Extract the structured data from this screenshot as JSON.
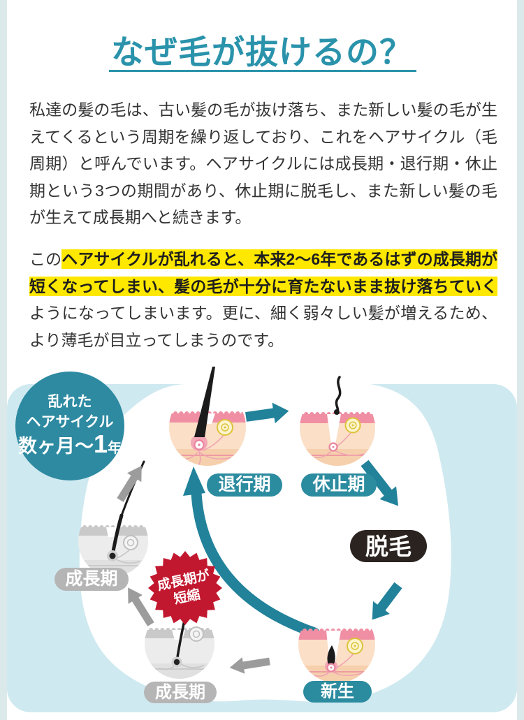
{
  "colors": {
    "accent_teal": "#2a93ab",
    "arrow_teal": "#21829a",
    "pill_teal": "#2b8b9f",
    "panel_blue": "#cfe9f0",
    "gutter": "#dbe9eb",
    "highlight_yellow": "#ffe800",
    "badge_red": "#c2182f",
    "pill_black": "#2b2320",
    "pill_gray": "#b5b5b5",
    "body_text": "#333333"
  },
  "header": {
    "title": "なぜ毛が抜けるの？"
  },
  "body": {
    "intro": "私達の髪の毛は、古い髪の毛が抜け落ち、また新しい髪の毛が生えてくるという周期を繰り返しており、これをヘアサイクル（毛周期）と呼んでいます。ヘアサイクルには成長期・退行期・休止期という3つの期間があり、休止期に脱毛し、また新しい髪の毛が生えて成長期へと続きます。",
    "para2_prefix": "この",
    "para2_highlight": "ヘアサイクルが乱れると、本来2～6年であるはずの成長期が短くなってしまい、髪の毛が十分に育たないまま抜け落ちていく",
    "para2_suffix": "ようになってしまいます。更に、細く弱々しい髪が増えるため、より薄毛が目立ってしまうのです。"
  },
  "diagram": {
    "cycle_badge": {
      "line1": "乱れた",
      "line2": "ヘアサイクル",
      "duration_main": "数ヶ月～",
      "duration_num": "1",
      "duration_unit": "年"
    },
    "labels": {
      "regression": "退行期",
      "resting": "休止期",
      "shedding": "脱毛",
      "growth_top": "成長期",
      "growth_bottom": "成長期",
      "new_growth": "新生"
    },
    "shortened_badge": {
      "line1": "成長期が",
      "line2": "短縮"
    }
  }
}
